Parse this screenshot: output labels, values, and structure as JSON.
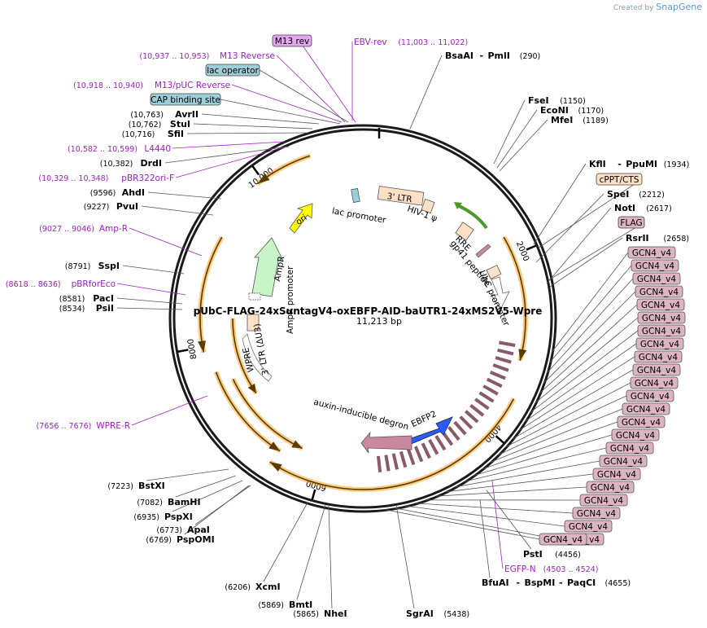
{
  "credit": {
    "prefix": "Created by",
    "brand": "SnapGene"
  },
  "plasmid": {
    "name": "pUbC-FLAG-24xSuntagV4-oxEBFP-AID-baUTR1-24xMS2V5-Wpre",
    "length_label": "11,213 bp",
    "total_bp": 11213,
    "ticks": [
      "2000",
      "4000",
      "6000",
      "8000",
      "10,000"
    ]
  },
  "sites": [
    {
      "name": "BsaAI",
      "extra": "PmlI",
      "pos": "(290)"
    },
    {
      "name": "FseI",
      "pos": "(1150)"
    },
    {
      "name": "EcoNI",
      "pos": "(1170)"
    },
    {
      "name": "MfeI",
      "pos": "(1189)"
    },
    {
      "name": "KflI",
      "extra": "PpuMI",
      "pos": "(1934)"
    },
    {
      "name": "SpeI",
      "pos": "(2212)"
    },
    {
      "name": "NotI",
      "pos": "(2617)"
    },
    {
      "name": "RsrII",
      "pos": "(2658)"
    },
    {
      "name": "PstI",
      "pos": "(4456)"
    },
    {
      "name": "BfuAI",
      "extra": "BspMI",
      "extra2": "PaqCI",
      "pos": "(4655)"
    },
    {
      "name": "SgrAI",
      "pos": "(5438)"
    },
    {
      "name": "NheI",
      "pos": "(5865)"
    },
    {
      "name": "BmtI",
      "pos": "(5869)"
    },
    {
      "name": "XcmI",
      "pos": "(6206)"
    },
    {
      "name": "PspOMI",
      "pos": "(6769)"
    },
    {
      "name": "ApaI",
      "pos": "(6773)"
    },
    {
      "name": "PspXI",
      "pos": "(6935)"
    },
    {
      "name": "BamHI",
      "pos": "(7082)"
    },
    {
      "name": "BstXI",
      "pos": "(7223)"
    },
    {
      "name": "PsiI",
      "pos": "(8534)"
    },
    {
      "name": "PacI",
      "pos": "(8581)"
    },
    {
      "name": "SspI",
      "pos": "(8791)"
    },
    {
      "name": "PvuI",
      "pos": "(9227)"
    },
    {
      "name": "AhdI",
      "pos": "(9596)"
    },
    {
      "name": "DrdI",
      "pos": "(10,382)"
    },
    {
      "name": "SfiI",
      "pos": "(10,716)"
    },
    {
      "name": "StuI",
      "pos": "(10,762)"
    },
    {
      "name": "AvrII",
      "pos": "(10,763)"
    }
  ],
  "primers": [
    {
      "name": "M13 rev",
      "boxed": true
    },
    {
      "name": "EBV-rev",
      "pos": "(11,003 .. 11,022)"
    },
    {
      "name": "M13 Reverse",
      "pos": "(10,937 .. 10,953)"
    },
    {
      "name": "M13/pUC Reverse",
      "pos": "(10,918 .. 10,940)"
    },
    {
      "name": "L4440",
      "pos": "(10,582 .. 10,599)"
    },
    {
      "name": "pBR322ori-F",
      "pos": "(10,329 .. 10,348)"
    },
    {
      "name": "Amp-R",
      "pos": "(9027 .. 9046)"
    },
    {
      "name": "pBRforEco",
      "pos": "(8618 .. 8636)"
    },
    {
      "name": "WPRE-R",
      "pos": "(7656 .. 7676)"
    },
    {
      "name": "EGFP-N",
      "pos": "(4503 .. 4524)"
    }
  ],
  "outside_features": {
    "lac_operator": "lac operator",
    "cap_binding_site": "CAP binding site",
    "cppt": "cPPT/CTS",
    "flag": "FLAG",
    "gcn4": "GCN4_v4",
    "gcn4_count": 24
  },
  "inner_labels": {
    "ltr3": "3' LTR",
    "hiv": "HIV-1 ψ",
    "rre": "RRE",
    "gp41": "gp41 peptide",
    "ubc": "UbC promoter",
    "ori": "ori",
    "lac_promoter": "lac promoter",
    "ampr": "AmpR",
    "amp_promoter": "AmpR promoter",
    "ltr3_delta": "3' LTR (ΔU3)",
    "wpre": "WPRE",
    "ebfp2": "EBFP2",
    "degron": "auxin-inducible degron"
  },
  "colors": {
    "backbone": "#1a1a1a",
    "primer": "#a020c8",
    "primer_box": "#e3a6ef",
    "misc_box": "#9ccfd9",
    "orange_box": "#fde0c6",
    "gcn4_box": "#dcb4c2",
    "orange_arc": "#f7a21b",
    "ori": "#ffff00",
    "ampr": "#c8f5c8",
    "ebfp": "#2b5cff",
    "degron": "#c9889f",
    "gray_arrow": "#cccccc"
  }
}
